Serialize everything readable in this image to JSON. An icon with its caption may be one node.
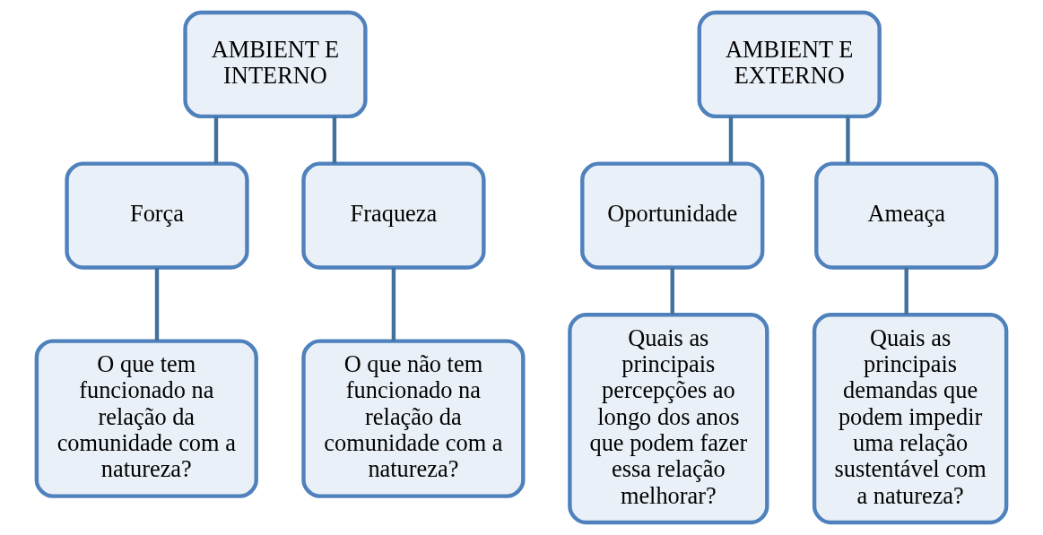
{
  "diagram": {
    "nodes": [
      {
        "text": [
          "AMBIENT E INTERNO"
        ]
      },
      {
        "text": [
          "Força"
        ]
      },
      {
        "text": [
          "Fraqueza"
        ]
      },
      {
        "text": [
          "O que tem funcionado na relação da comunidade com a natureza?"
        ]
      },
      {
        "text": [
          "O que não tem funcionado na relação da comunidade com a natureza?"
        ]
      },
      {
        "text": [
          "AMBIENT E EXTERNO"
        ]
      },
      {
        "text": [
          "Oportunidade"
        ]
      },
      {
        "text": [
          "Ameaça"
        ]
      },
      {
        "text": [
          "Quais as principais percepções ao longo dos anos que podem fazer essa relação melhorar?"
        ]
      },
      {
        "text": [
          "Quais as principais demandas que podem impedir uma relação sustentável com a natureza?"
        ]
      }
    ],
    "edges": [
      {
        "from": 0,
        "to": 1,
        "arrow": "none"
      },
      {
        "from": 0,
        "to": 2,
        "arrow": "none"
      },
      {
        "from": 1,
        "to": 3,
        "arrow": "none"
      },
      {
        "from": 2,
        "to": 4,
        "arrow": "none"
      },
      {
        "from": 5,
        "to": 6,
        "arrow": "none"
      },
      {
        "from": 5,
        "to": 7,
        "arrow": "none"
      },
      {
        "from": 6,
        "to": 8,
        "arrow": "none"
      },
      {
        "from": 7,
        "to": 9,
        "arrow": "none"
      }
    ]
  }
}
